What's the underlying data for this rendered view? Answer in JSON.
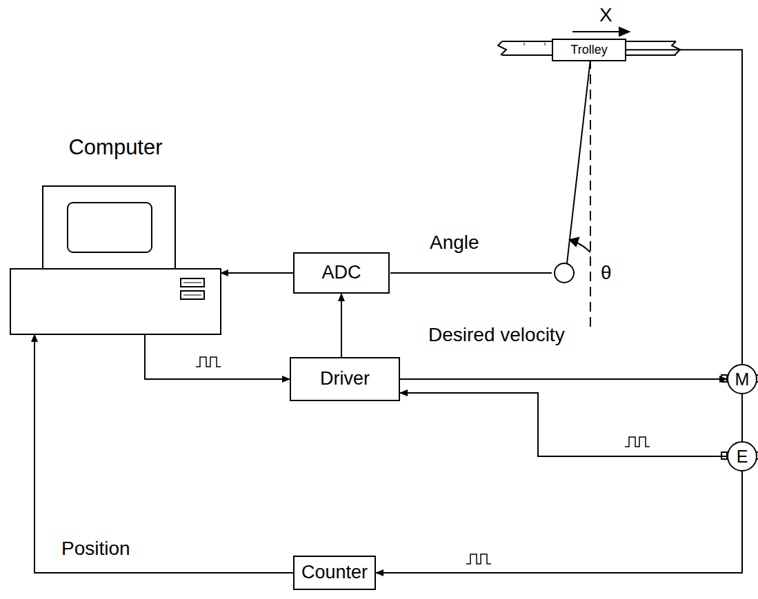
{
  "diagram": {
    "nodes": [
      {
        "text": [
          "Trolley"
        ]
      },
      {
        "text": [
          "Computer"
        ]
      },
      {
        "text": [
          "ADC"
        ]
      },
      {
        "text": [
          "Driver"
        ]
      },
      {
        "text": [
          "M"
        ]
      },
      {
        "text": [
          "E"
        ]
      },
      {
        "text": [
          "Counter"
        ]
      }
    ],
    "edges": [
      {
        "from": 2,
        "to": 1,
        "arrow": "to"
      },
      {
        "from": 1,
        "to": 3,
        "arrow": "to"
      },
      {
        "from": 3,
        "to": 2,
        "arrow": "to"
      },
      {
        "from": 3,
        "to": 4,
        "label": "Desired velocity",
        "arrow": "to"
      },
      {
        "from": 5,
        "to": 3,
        "arrow": "to"
      },
      {
        "from": 5,
        "to": 6,
        "arrow": "to"
      },
      {
        "from": 6,
        "to": 1,
        "label": "Position",
        "arrow": "to"
      },
      {
        "from": 0,
        "to": 4,
        "arrow": "none"
      },
      {
        "from": 4,
        "to": 5,
        "arrow": "none"
      }
    ],
    "labels": [
      "X",
      "Angle",
      "θ"
    ]
  }
}
